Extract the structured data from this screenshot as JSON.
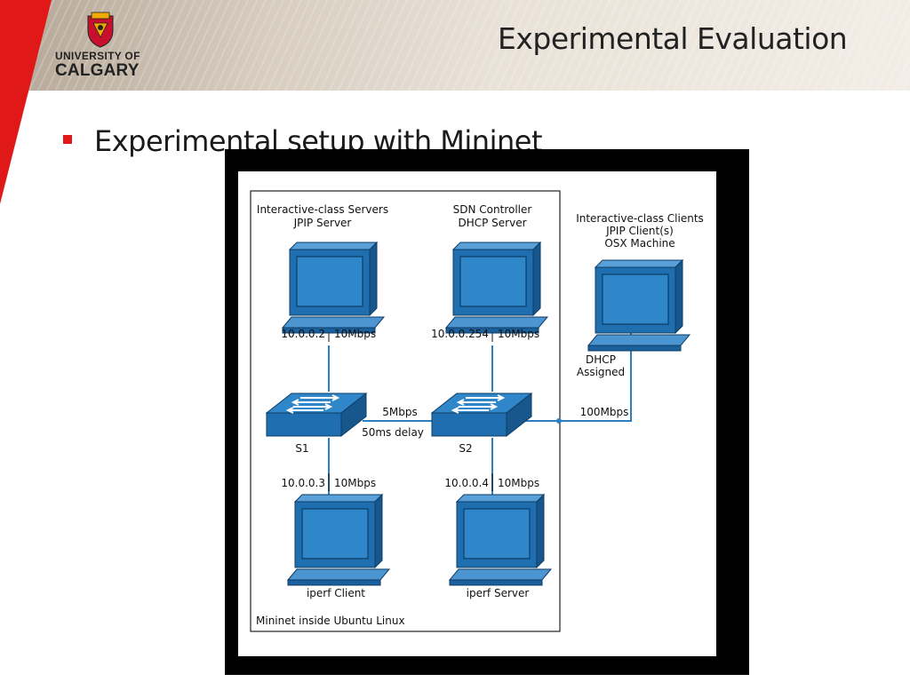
{
  "slide": {
    "title": "Experimental Evaluation",
    "bullet": "Experimental setup with Mininet"
  },
  "logo": {
    "line1": "UNIVERSITY OF",
    "line2": "CALGARY"
  },
  "diagram": {
    "box_label": "Mininet inside Ubuntu Linux",
    "servers_label_1": "Interactive-class Servers",
    "servers_label_2": "JPIP Server",
    "sdn_label_1": "SDN Controller",
    "sdn_label_2": "DHCP Server",
    "clients_label_1": "Interactive-class Clients",
    "clients_label_2": "JPIP Client(s)",
    "clients_label_3": "OSX Machine",
    "ip_server": "10.0.0.2",
    "bw_server": "10Mbps",
    "ip_sdn": "10.0.0.254",
    "bw_sdn": "10Mbps",
    "dhcp_1": "DHCP",
    "dhcp_2": "Assigned",
    "switch1": "S1",
    "switch2": "S2",
    "link_bw": "5Mbps",
    "link_delay": "50ms delay",
    "ext_bw": "100Mbps",
    "ip_iperf_client": "10.0.0.3",
    "bw_iperf_client": "10Mbps",
    "ip_iperf_server": "10.0.0.4",
    "bw_iperf_server": "10Mbps",
    "iperf_client": "iperf Client",
    "iperf_server": "iperf Server"
  },
  "colors": {
    "accent_red": "#e01818",
    "device_blue": "#1f6fb0",
    "line_blue": "#2b7fc2"
  }
}
